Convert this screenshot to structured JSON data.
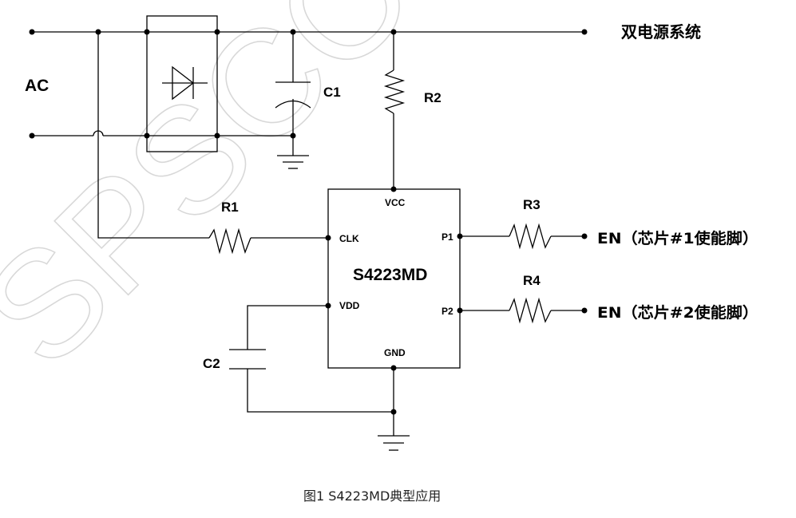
{
  "watermark": "SPSCON",
  "labels": {
    "ac": "AC",
    "dual_supply": "双电源系统",
    "c1": "C1",
    "c2": "C2",
    "r1": "R1",
    "r2": "R2",
    "r3": "R3",
    "r4": "R4",
    "chip": "S4223MD",
    "pin_vcc": "VCC",
    "pin_clk": "CLK",
    "pin_vdd": "VDD",
    "pin_gnd": "GND",
    "pin_p1": "P1",
    "pin_p2": "P2",
    "en1": "EN（芯片#1使能脚）",
    "en2": "EN（芯片#2使能脚）"
  },
  "caption": "图1 S4223MD典型应用"
}
